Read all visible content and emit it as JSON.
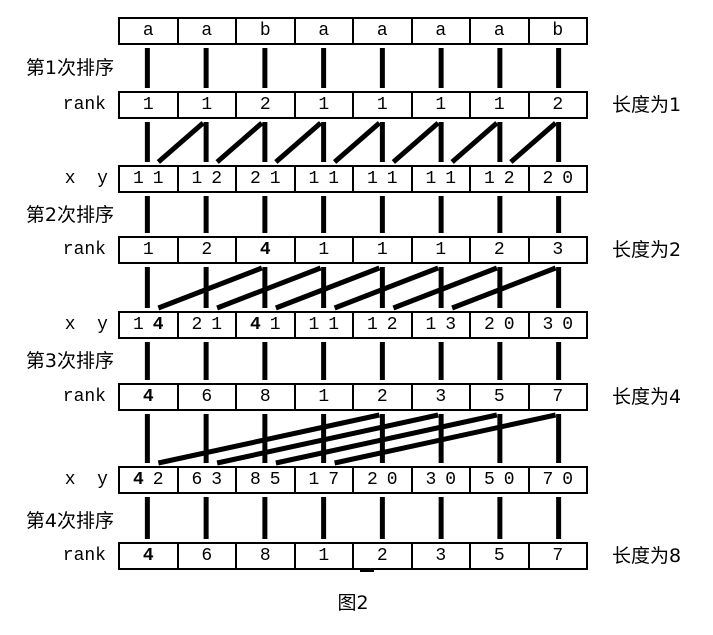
{
  "caption": "图2",
  "letters": [
    "a",
    "a",
    "b",
    "a",
    "a",
    "a",
    "a",
    "b"
  ],
  "colors": {
    "ink": "#000000",
    "background": "#ffffff"
  },
  "sections": [
    {
      "sort_label": "第1次排序",
      "rank_label": "rank",
      "length_label": "长度为1",
      "span": 1,
      "rank": [
        {
          "v": "1"
        },
        {
          "v": "1"
        },
        {
          "v": "2"
        },
        {
          "v": "1"
        },
        {
          "v": "1"
        },
        {
          "v": "1"
        },
        {
          "v": "1"
        },
        {
          "v": "2"
        }
      ],
      "xy_label": "x  y",
      "xy": [
        {
          "x": "1",
          "y": "1"
        },
        {
          "x": "1",
          "y": "2"
        },
        {
          "x": "2",
          "y": "1"
        },
        {
          "x": "1",
          "y": "1"
        },
        {
          "x": "1",
          "y": "1"
        },
        {
          "x": "1",
          "y": "1"
        },
        {
          "x": "1",
          "y": "2"
        },
        {
          "x": "2",
          "y": "0"
        }
      ]
    },
    {
      "sort_label": "第2次排序",
      "rank_label": "rank",
      "length_label": "长度为2",
      "span": 2,
      "rank": [
        {
          "v": "1"
        },
        {
          "v": "2"
        },
        {
          "v": "4",
          "b": true
        },
        {
          "v": "1"
        },
        {
          "v": "1"
        },
        {
          "v": "1"
        },
        {
          "v": "2"
        },
        {
          "v": "3"
        }
      ],
      "xy_label": "x  y",
      "xy": [
        {
          "x": "1",
          "y": "4",
          "yb": true
        },
        {
          "x": "2",
          "y": "1"
        },
        {
          "x": "4",
          "xb": true,
          "y": "1"
        },
        {
          "x": "1",
          "y": "1"
        },
        {
          "x": "1",
          "y": "2"
        },
        {
          "x": "1",
          "y": "3"
        },
        {
          "x": "2",
          "y": "0"
        },
        {
          "x": "3",
          "y": "0"
        }
      ]
    },
    {
      "sort_label": "第3次排序",
      "rank_label": "rank",
      "length_label": "长度为4",
      "span": 4,
      "rank": [
        {
          "v": "4",
          "b": true
        },
        {
          "v": "6"
        },
        {
          "v": "8"
        },
        {
          "v": "1"
        },
        {
          "v": "2"
        },
        {
          "v": "3"
        },
        {
          "v": "5"
        },
        {
          "v": "7"
        }
      ],
      "xy_label": "x  y",
      "xy": [
        {
          "x": "4",
          "xb": true,
          "y": "2"
        },
        {
          "x": "6",
          "y": "3"
        },
        {
          "x": "8",
          "y": "5"
        },
        {
          "x": "1",
          "y": "7"
        },
        {
          "x": "2",
          "y": "0"
        },
        {
          "x": "3",
          "y": "0"
        },
        {
          "x": "5",
          "y": "0"
        },
        {
          "x": "7",
          "y": "0"
        }
      ]
    },
    {
      "sort_label": "第4次排序",
      "rank_label": "rank",
      "length_label": "长度为8",
      "span": 8,
      "rank": [
        {
          "v": "4",
          "b": true
        },
        {
          "v": "6"
        },
        {
          "v": "8"
        },
        {
          "v": "1"
        },
        {
          "v": "2"
        },
        {
          "v": "3"
        },
        {
          "v": "5"
        },
        {
          "v": "7"
        }
      ]
    }
  ]
}
